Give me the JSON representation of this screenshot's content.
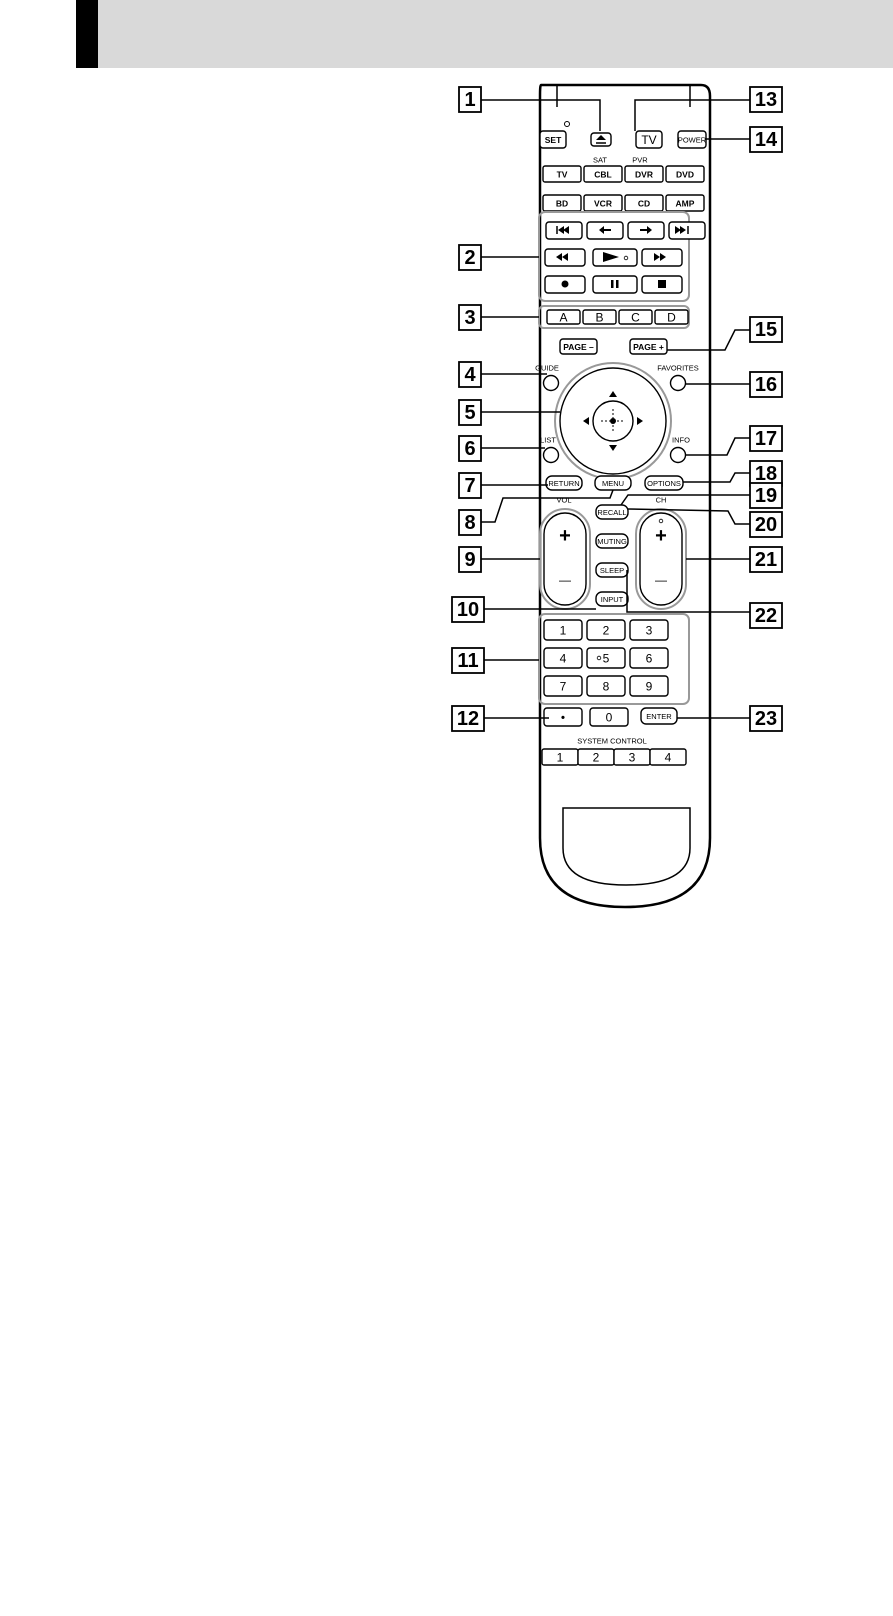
{
  "source_labels": {
    "top_buttons": [
      "SET",
      "TV",
      "POWER"
    ],
    "input_row_labels": [
      "SAT",
      "PVR"
    ],
    "input_row_1": [
      "TV",
      "CBL",
      "DVR",
      "DVD"
    ],
    "input_row_2": [
      "BD",
      "VCR",
      "CD",
      "AMP"
    ],
    "color_keys": [
      "A",
      "B",
      "C",
      "D"
    ],
    "page_minus": "PAGE –",
    "page_plus": "PAGE +",
    "guide": "GUIDE",
    "favorites": "FAVORITES",
    "list": "LIST",
    "info": "INFO",
    "return": "RETURN",
    "menu": "MENU",
    "options": "OPTIONS",
    "vol": "VOL",
    "ch": "CH",
    "recall": "RECALL",
    "muting": "MUTING",
    "sleep": "SLEEP",
    "input": "INPUT",
    "numbers": [
      "1",
      "2",
      "3",
      "4",
      "5",
      "6",
      "7",
      "8",
      "9"
    ],
    "dot": "•",
    "zero": "0",
    "enter": "ENTER",
    "system_control": "SYSTEM CONTROL",
    "system_control_keys": [
      "1",
      "2",
      "3",
      "4"
    ]
  },
  "callouts": {
    "left": [
      "1",
      "2",
      "3",
      "4",
      "5",
      "6",
      "7",
      "8",
      "9",
      "10",
      "11",
      "12"
    ],
    "right": [
      "13",
      "14",
      "15",
      "16",
      "17",
      "18",
      "19",
      "20",
      "21",
      "22",
      "23"
    ]
  },
  "colors": {
    "header": "#d9d9d9",
    "header_mark": "#000000",
    "outline": "#000000",
    "group_outline": "#999999"
  }
}
